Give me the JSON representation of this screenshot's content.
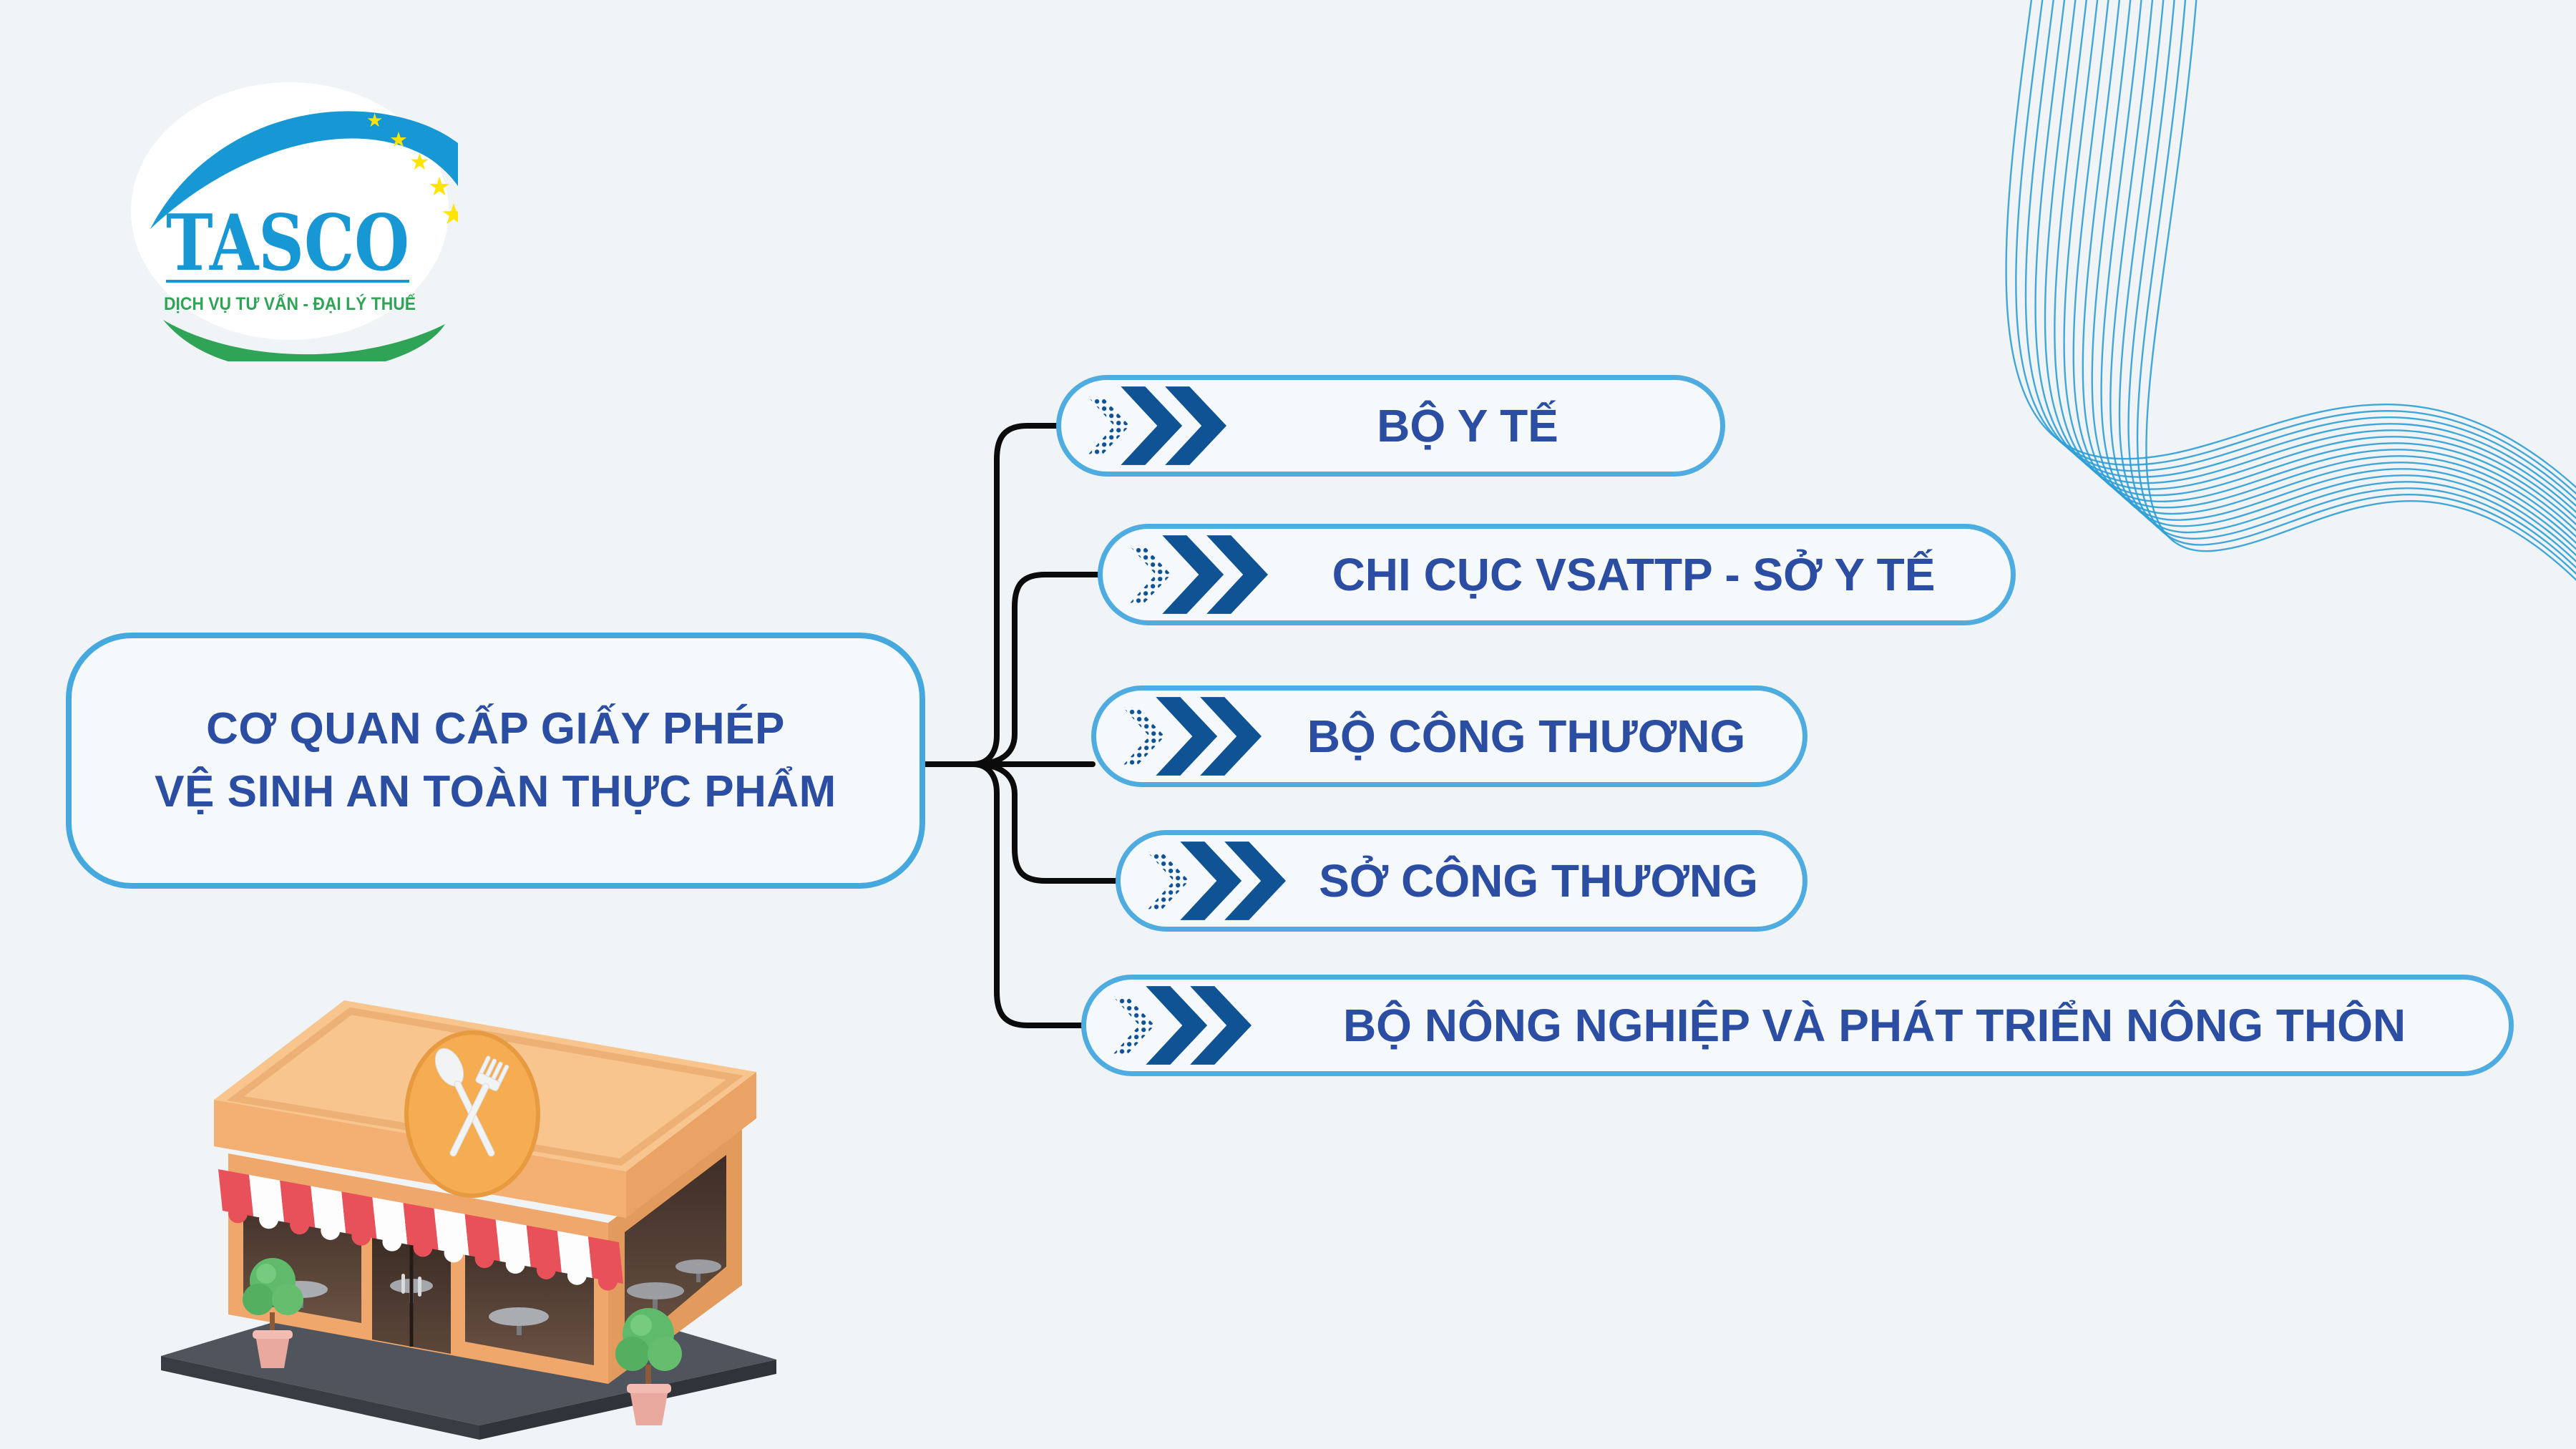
{
  "page": {
    "background": "#F1F4F6"
  },
  "logo": {
    "brand": "TASCO",
    "tagline": "DỊCH VỤ TƯ VẤN - ĐẠI LÝ THUẾ",
    "brand_color": "#1798D5",
    "tagline_color": "#2FA457",
    "star_color": "#FFE400"
  },
  "main_box": {
    "line1": "CƠ QUAN CẤP GIẤY PHÉP",
    "line2": "VỆ SINH AN TOÀN THỰC PHẨM",
    "text_color": "#2B4DA2",
    "border_color": "#45A9DF"
  },
  "branches": [
    {
      "label": "BỘ Y TẾ"
    },
    {
      "label": "CHI CỤC VSATTP - SỞ Y TẾ"
    },
    {
      "label": "BỘ CÔNG THƯƠNG"
    },
    {
      "label": "SỞ CÔNG THƯƠNG"
    },
    {
      "label": "BỘ NÔNG NGHIỆP VÀ PHÁT TRIỂN NÔNG THÔN"
    }
  ],
  "branch_style": {
    "border_color": "#4FACE1",
    "text_color": "#2B4DA2",
    "chevron_color": "#0F5394"
  },
  "connector_color": "#0B0B0B",
  "decoration": {
    "name": "wave-lines",
    "wave_color": "#2E9FD6"
  },
  "illustration": {
    "name": "3d-restaurant-storefront",
    "awning_red": "#E8515A",
    "awning_white": "#FDFDFD",
    "building_orange": "#F0A76B"
  }
}
